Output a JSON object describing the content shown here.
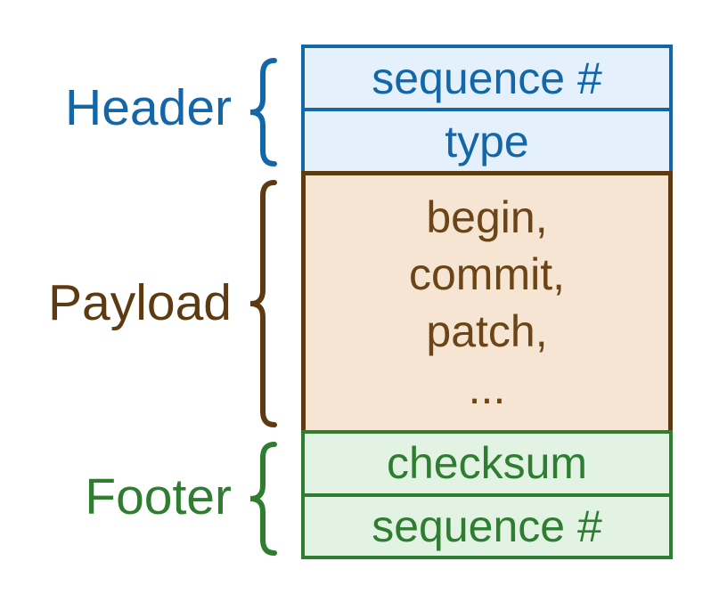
{
  "diagram": {
    "type": "packet-structure",
    "sections": [
      {
        "label": "Header",
        "text_color": "#1366a8",
        "fill_color": "#e4f1fc",
        "fields": [
          "sequence #",
          "type"
        ]
      },
      {
        "label": "Payload",
        "text_color": "#5e3a10",
        "fill_color": "#f7e5d3",
        "fields": [
          "begin,",
          "commit,",
          "patch,",
          "..."
        ]
      },
      {
        "label": "Footer",
        "text_color": "#2e7d31",
        "fill_color": "#e2f3e3",
        "fields": [
          "checksum",
          "sequence #"
        ]
      }
    ]
  }
}
